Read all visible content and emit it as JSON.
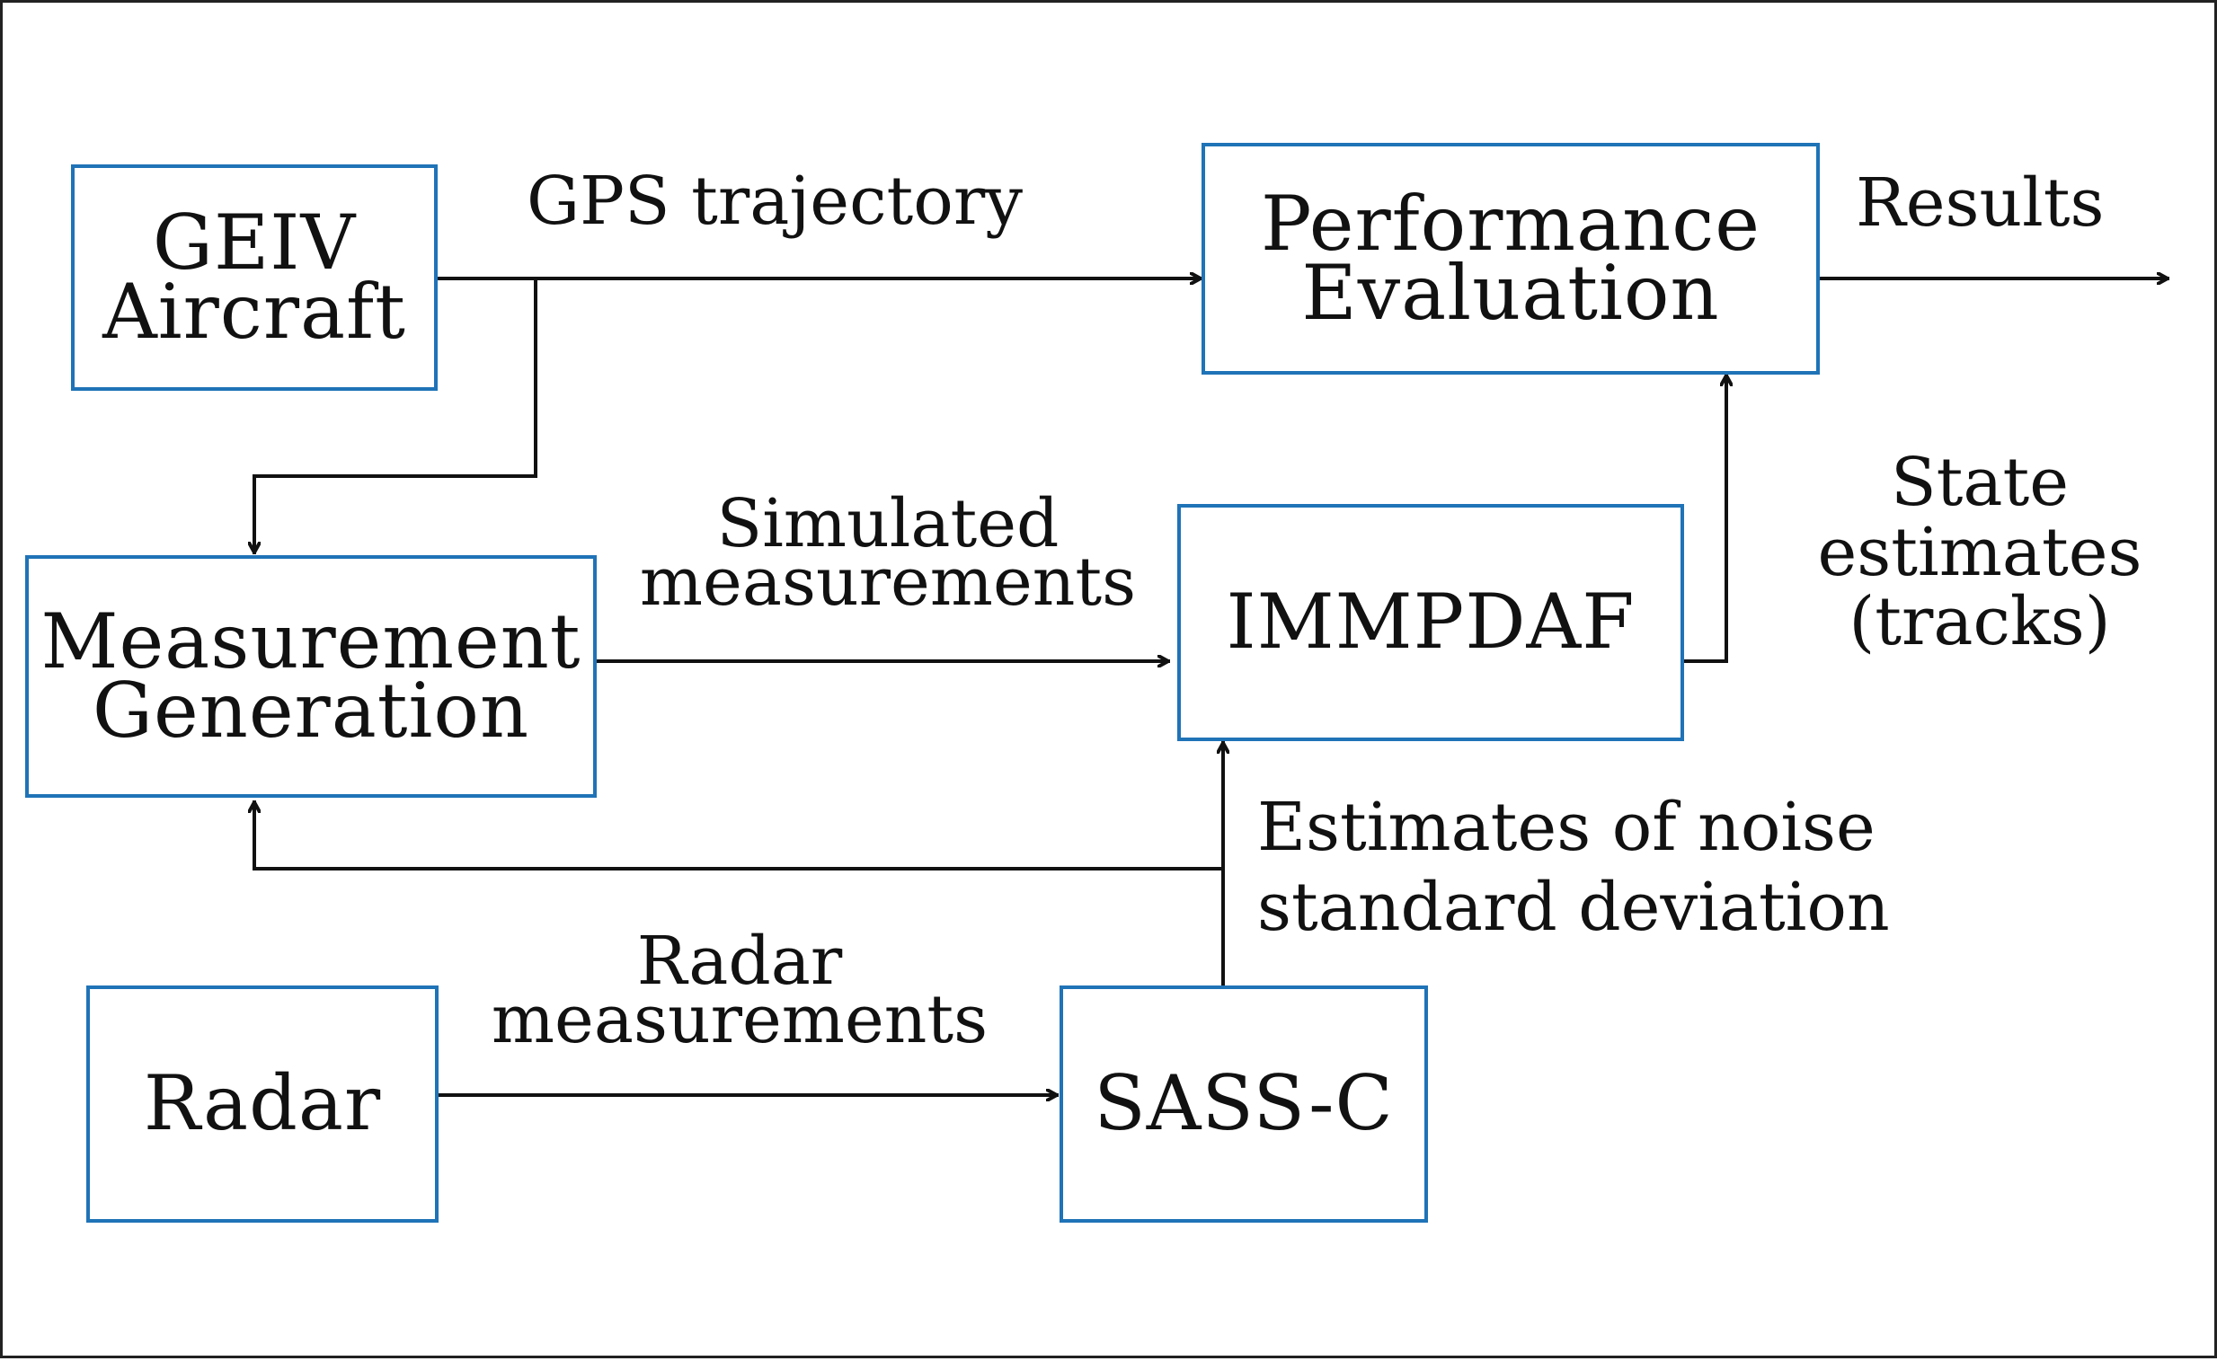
{
  "diagram": {
    "nodes": {
      "geiv": {
        "line1": "GEIV",
        "line2": "Aircraft"
      },
      "performance": {
        "line1": "Performance",
        "line2": "Evaluation"
      },
      "measurement": {
        "line1": "Measurement",
        "line2": "Generation"
      },
      "immpdaf": {
        "line1": "IMMPDAF"
      },
      "radar": {
        "line1": "Radar"
      },
      "sass": {
        "line1": "SASS-C"
      }
    },
    "edges": {
      "gps": {
        "line1": "GPS trajectory"
      },
      "results": {
        "line1": "Results"
      },
      "simulated": {
        "line1": "Simulated",
        "line2": "measurements"
      },
      "state": {
        "line1": "State",
        "line2": "estimates",
        "line3": "(tracks)"
      },
      "noise": {
        "line1": "Estimates of noise",
        "line2": "standard deviation"
      },
      "radar_meas": {
        "line1": "Radar",
        "line2": "measurements"
      }
    },
    "colors": {
      "box_border": "#1f73b7",
      "line": "#111111",
      "text": "#111111",
      "frame_border": "#222222"
    }
  }
}
